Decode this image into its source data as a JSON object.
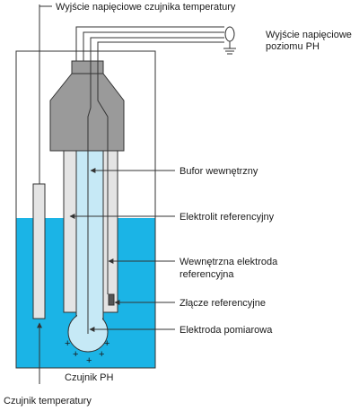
{
  "labels": {
    "temp_sensor_output": "Wyjście napięciowe czujnika temperatury",
    "ph_output_line1": "Wyjście napięciowe",
    "ph_output_line2": "poziomu PH",
    "internal_buffer": "Bufor wewnętrzny",
    "reference_electrolyte": "Elektrolit referencyjny",
    "internal_ref_electrode_line1": "Wewnętrzna elektroda",
    "internal_ref_electrode_line2": "referencyjna",
    "reference_junction": "Złącze referencyjne",
    "measuring_electrode": "Elektroda pomiarowa",
    "ph_sensor": "Czujnik PH",
    "temperature_sensor": "Czujnik temperatury"
  },
  "colors": {
    "solution": "#1bb4e6",
    "probe_body": "#e4e4e4",
    "probe_head": "#9a9a9a",
    "inner_buffer": "#c6e9f6",
    "outline": "#333333",
    "leader": "#333333"
  },
  "ion_symbol": "+",
  "icons": [
    "ground-icon"
  ]
}
